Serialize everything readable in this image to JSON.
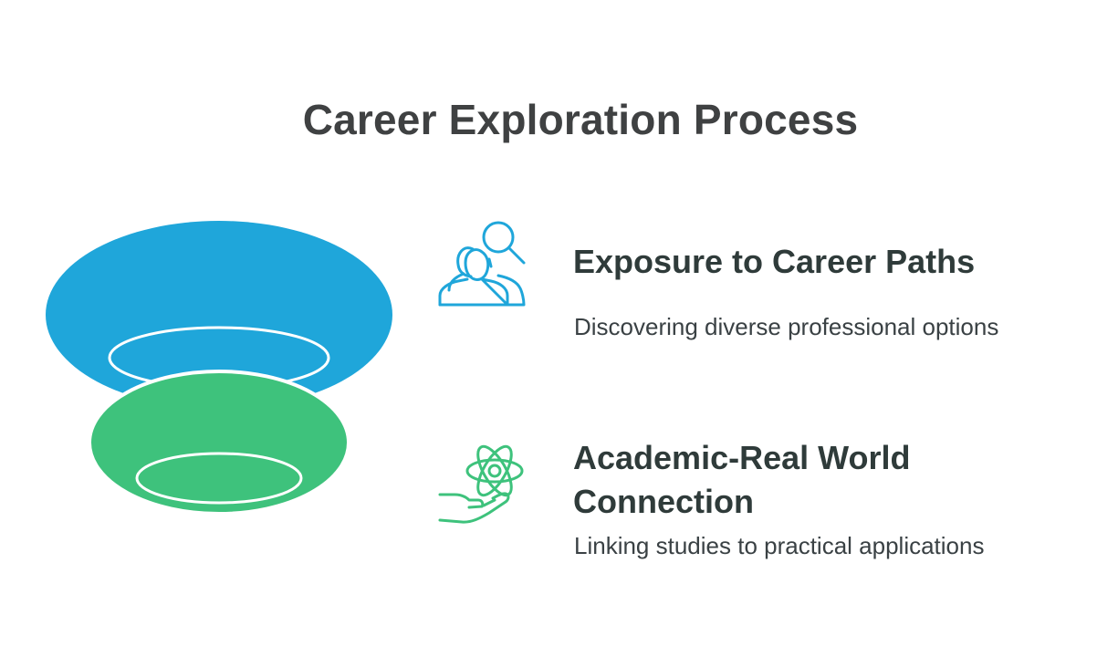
{
  "title": "Career Exploration Process",
  "stages": [
    {
      "heading": "Exposure to Career Paths",
      "description": "Discovering diverse professional options",
      "icon": "people-search-icon",
      "color": "#1fa6da"
    },
    {
      "heading": "Academic-Real World Connection",
      "description": "Linking studies to practical applications",
      "icon": "atom-hand-icon",
      "color": "#3ec27c"
    }
  ]
}
